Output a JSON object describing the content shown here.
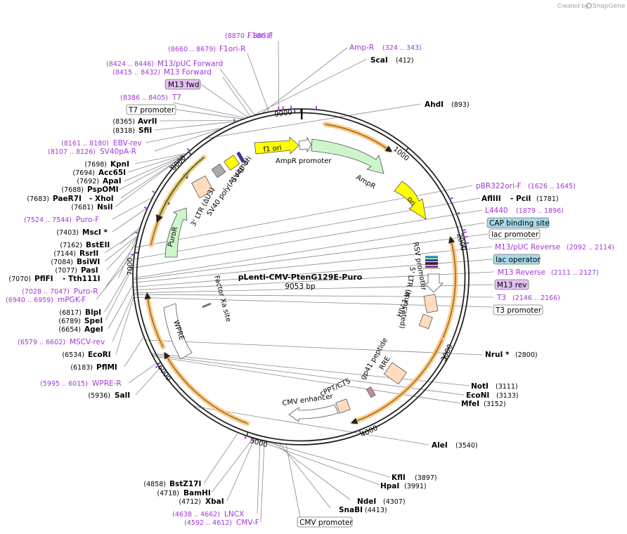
{
  "credit": {
    "prefix": "Created by",
    "brand": "SnapGene"
  },
  "plasmid": {
    "name": "pLenti-CMV-PtenG129E-Puro",
    "size": "9053 bp"
  },
  "ticks": [
    {
      "label": "1000"
    },
    {
      "label": "2000"
    },
    {
      "label": "3000"
    },
    {
      "label": "4000"
    },
    {
      "label": "5000"
    },
    {
      "label": "6000"
    },
    {
      "label": "7000"
    },
    {
      "label": "8000"
    },
    {
      "label": "9000"
    }
  ],
  "features": [
    {
      "label": "f1 ori",
      "color": "#ffff00"
    },
    {
      "label": "AmpR promoter",
      "color": "#ffffff"
    },
    {
      "label": "AmpR",
      "color": "#ccf5cc"
    },
    {
      "label": "ori",
      "color": "#ffff00"
    },
    {
      "label": "RSV promoter",
      "color": "#ffffff"
    },
    {
      "label": "5' LTR (truncated)",
      "color": "#ffdcc0"
    },
    {
      "label": "HIV-1 Ψ",
      "color": "#ffdcc0"
    },
    {
      "label": "RRE",
      "color": "#ffdcc0"
    },
    {
      "label": "gp41 peptide",
      "color": "#c08fa0"
    },
    {
      "label": "cPPT/CTS",
      "color": "#ffdcc0"
    },
    {
      "label": "CMV enhancer",
      "color": "#ffffff"
    },
    {
      "label": "WPRE",
      "color": "#ffffff"
    },
    {
      "label": "Factor Xa site",
      "color": "#888888"
    },
    {
      "label": "PuroR",
      "color": "#ccf5cc"
    },
    {
      "label": "3' LTR (ΔU3)",
      "color": "#ffdcc0"
    },
    {
      "label": "SV40 poly(A) signal",
      "color": "#aaaaaa"
    },
    {
      "label": "SV40 ori",
      "color": "#ffff00"
    }
  ],
  "labels": {
    "f1ori_f": {
      "name": "F1ori-F",
      "pos": "(8870 .. 8891)"
    },
    "f1ori_r": {
      "name": "F1ori-R",
      "pos": "(8660 .. 8679)"
    },
    "m13_puc_forward": {
      "name": "M13/pUC Forward",
      "pos": "(8424 .. 8446)"
    },
    "m13_forward": {
      "name": "M13 Forward",
      "pos": "(8415 .. 8432)"
    },
    "m13_fwd": {
      "name": "M13 fwd"
    },
    "t7": {
      "name": "T7",
      "pos": "(8386 .. 8405)"
    },
    "t7_promoter": {
      "name": "T7 promoter"
    },
    "avrii": {
      "name": "AvrII",
      "pos": "(8365)"
    },
    "sfii": {
      "name": "SfiI",
      "pos": "(8318)"
    },
    "ebv_rev": {
      "name": "EBV-rev",
      "pos": "(8161 .. 8180)"
    },
    "sv40pa_r": {
      "name": "SV40pA-R",
      "pos": "(8107 .. 8126)"
    },
    "kpni": {
      "name": "KpnI",
      "pos": "(7698)"
    },
    "acc65i": {
      "name": "Acc65I",
      "pos": "(7694)"
    },
    "apai": {
      "name": "ApaI",
      "pos": "(7692)"
    },
    "pspomi": {
      "name": "PspOMI",
      "pos": "(7688)"
    },
    "paer7i": {
      "name": "PaeR7I",
      "pos": "(7683)"
    },
    "xhoi": {
      "name": "- XhoI"
    },
    "nsii": {
      "name": "NsiI",
      "pos": "(7681)"
    },
    "puro_f": {
      "name": "Puro-F",
      "pos": "(7524 .. 7544)"
    },
    "msci": {
      "name": "MscI *",
      "pos": "(7403)"
    },
    "bsteii": {
      "name": "BstEII",
      "pos": "(7162)"
    },
    "rsrii": {
      "name": "RsrII",
      "pos": "(7144)"
    },
    "bsiwi": {
      "name": "BsiWI",
      "pos": "(7084)"
    },
    "pasi": {
      "name": "PasI",
      "pos": "(7077)"
    },
    "pflfi": {
      "name": "PflFI",
      "pos": "(7070)"
    },
    "tth111i": {
      "name": "- Tth111I"
    },
    "puro_r": {
      "name": "Puro-R",
      "pos": "(7028 .. 7047)"
    },
    "mpgk_f": {
      "name": "mPGK-F",
      "pos": "(6940 .. 6959)"
    },
    "blpi": {
      "name": "BlpI",
      "pos": "(6817)"
    },
    "spei": {
      "name": "SpeI",
      "pos": "(6789)"
    },
    "agei": {
      "name": "AgeI",
      "pos": "(6654)"
    },
    "mscv_rev": {
      "name": "MSCV-rev",
      "pos": "(6579 .. 6602)"
    },
    "ecori": {
      "name": "EcoRI",
      "pos": "(6534)"
    },
    "pflmi": {
      "name": "PflMI",
      "pos": "(6183)"
    },
    "wpre_r": {
      "name": "WPRE-R",
      "pos": "(5995 .. 6015)"
    },
    "sali": {
      "name": "SalI",
      "pos": "(5936)"
    },
    "bstz17i": {
      "name": "BstZ17I",
      "pos": "(4858)"
    },
    "bamhi": {
      "name": "BamHI",
      "pos": "(4718)"
    },
    "xbai": {
      "name": "XbaI",
      "pos": "(4712)"
    },
    "lncx": {
      "name": "LNCX",
      "pos": "(4638 .. 4662)"
    },
    "cmv_f": {
      "name": "CMV-F",
      "pos": "(4592 .. 4612)"
    },
    "cmv_promoter": {
      "name": "CMV promoter"
    },
    "snabi": {
      "name": "SnaBI",
      "pos": "(4413)"
    },
    "ndei": {
      "name": "NdeI",
      "pos": "(4307)"
    },
    "hpai": {
      "name": "HpaI",
      "pos": "(3991)"
    },
    "kfli": {
      "name": "KflI",
      "pos": "(3897)"
    },
    "alei": {
      "name": "AleI",
      "pos": "(3540)"
    },
    "mfei": {
      "name": "MfeI",
      "pos": "(3152)"
    },
    "econi": {
      "name": "EcoNI",
      "pos": "(3133)"
    },
    "noti": {
      "name": "NotI",
      "pos": "(3111)"
    },
    "nrui": {
      "name": "NruI *",
      "pos": "(2800)"
    },
    "t3_promoter": {
      "name": "T3 promoter"
    },
    "t3": {
      "name": "T3",
      "pos": "(2146 .. 2166)"
    },
    "m13_rev": {
      "name": "M13 rev"
    },
    "m13_reverse": {
      "name": "M13 Reverse",
      "pos": "(2111 .. 2127)"
    },
    "lac_operator": {
      "name": "lac operator"
    },
    "m13_puc_reverse": {
      "name": "M13/pUC Reverse",
      "pos": "(2092 .. 2114)"
    },
    "lac_promoter": {
      "name": "lac promoter"
    },
    "cap_binding_site": {
      "name": "CAP binding site"
    },
    "l4440": {
      "name": "L4440",
      "pos": "(1879 .. 1896)"
    },
    "afliii": {
      "name": "AflIII",
      "pos": "(1781)"
    },
    "pcii": {
      "name": "- PciI"
    },
    "pbr322ori_f": {
      "name": "pBR322ori-F",
      "pos": "(1626 .. 1645)"
    },
    "ahdi": {
      "name": "AhdI",
      "pos": "(893)"
    },
    "scai": {
      "name": "ScaI",
      "pos": "(412)"
    },
    "amp_r": {
      "name": "Amp-R",
      "pos": "(324 .. 343)"
    }
  },
  "colors": {
    "primer": "#a335d8",
    "enzyme": "#000000",
    "backbone": "#222222",
    "orf_halo": "#f7c27a",
    "orf_line": "#c87d00",
    "lac_operator_fill": "#a9d8e8",
    "m13_box_fill": "#e2bff2"
  }
}
